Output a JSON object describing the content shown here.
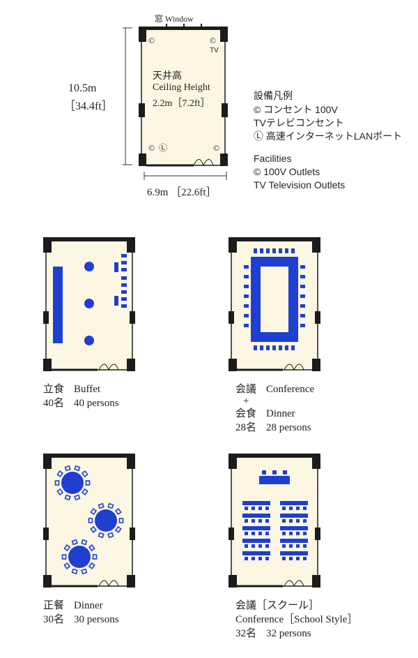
{
  "main_plan": {
    "window_label": "窓 Window",
    "ceiling_jp": "天井高",
    "ceiling_en": "Ceiling Height",
    "ceiling_value": "2.2m［7.2ft］",
    "length_m": "10.5m",
    "length_ft": "［34.4ft］",
    "width": "6.9m ［22.6ft］",
    "outlet_symbol": "©",
    "lan_symbol": "Ⓛ",
    "tv_label": "TV"
  },
  "legend": {
    "title_jp": "設備凡例",
    "line1": "© コンセント 100V",
    "line2": "TVテレビコンセント",
    "line3": "Ⓛ 高速インターネットLANポート",
    "title_en": "Facilities",
    "line4": "© 100V Outlets",
    "line5": "TV Television Outlets"
  },
  "layouts": {
    "buffet": {
      "jp": "立食",
      "en": "Buffet",
      "cap_jp": "40名",
      "cap_en": "40 persons"
    },
    "conference_dinner": {
      "jp1": "会議",
      "en1": "Conference",
      "plus": "+",
      "jp2": "会食",
      "en2": "Dinner",
      "cap_jp": "28名",
      "cap_en": "28 persons"
    },
    "dinner": {
      "jp": "正餐",
      "en": "Dinner",
      "cap_jp": "30名",
      "cap_en": "30 persons"
    },
    "school": {
      "jp": "会議［スクール］",
      "en": "Conference［School Style］",
      "cap_jp": "32名",
      "cap_en": "32 persons"
    }
  },
  "colors": {
    "floor": "#fbf7e2",
    "wall": "#1c1c1c",
    "furniture": "#1f3fd0"
  }
}
